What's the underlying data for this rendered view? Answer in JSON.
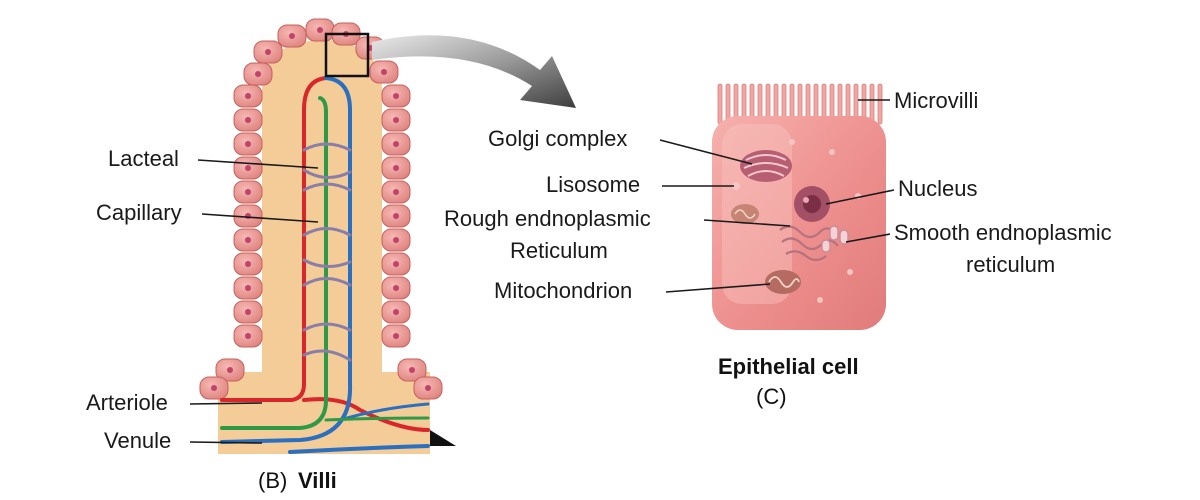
{
  "villi_panel": {
    "labels": {
      "lacteal": "Lacteal",
      "capillary": "Capillary",
      "arteriole": "Arteriole",
      "venule": "Venule"
    },
    "caption_prefix": "(B)",
    "caption_title": "Villi"
  },
  "cell_panel": {
    "labels": {
      "microvilli": "Microvilli",
      "golgi": "Golgi complex",
      "lisosome": "Lisosome",
      "rough_er_line1": "Rough endnoplasmic",
      "rough_er_line2": "Reticulum",
      "mitochondrion": "Mitochondrion",
      "nucleus": "Nucleus",
      "smooth_er_line1": "Smooth endnoplasmic",
      "smooth_er_line2": "reticulum"
    },
    "caption_title": "Epithelial cell",
    "caption_sub": "(C)"
  },
  "colors": {
    "epithelium": "#e8918e",
    "epithelium_dark": "#c8605c",
    "nucleus_dot": "#c0436a",
    "core": "#f3cc98",
    "arteriole": "#d9262b",
    "venule": "#2a6fc0",
    "lacteal": "#2e9a48",
    "connector": "#8a7ea8",
    "cell_body": "#ec8c8b",
    "arrow": "#6e6e6e"
  }
}
